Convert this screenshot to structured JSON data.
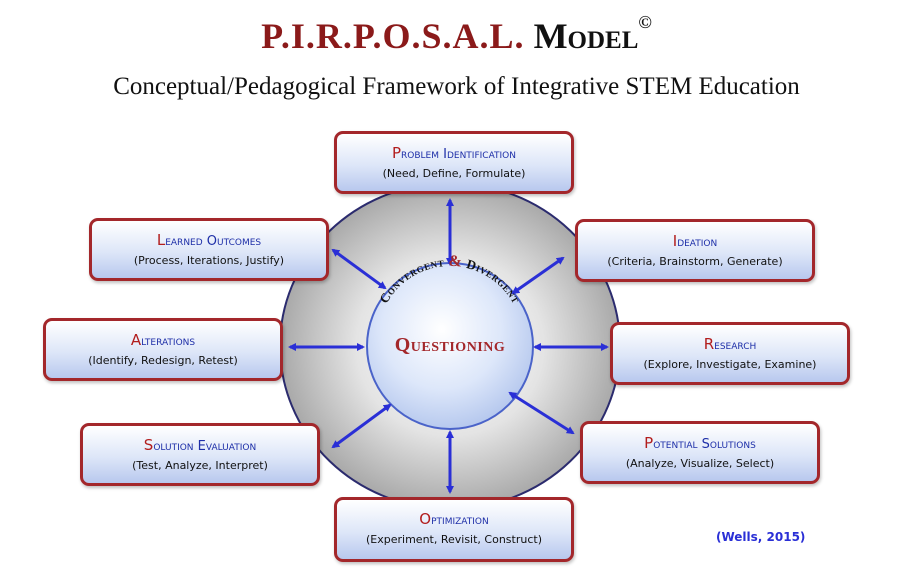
{
  "header": {
    "acronym": "P.I.R.P.O.S.A.L.",
    "model_word": "Model",
    "copyright": "©",
    "subtitle": "Conceptual/Pedagogical Framework of Integrative STEM Education"
  },
  "center": {
    "arc_text_left": "Convergent",
    "arc_ampersand": "&",
    "arc_text_right": "Divergent",
    "label": "Questioning"
  },
  "stages": [
    {
      "title": "Problem Identification",
      "sub": "(Need, Define, Formulate)"
    },
    {
      "title": "Ideation",
      "sub": "(Criteria, Brainstorm, Generate)"
    },
    {
      "title": "Research",
      "sub": "(Explore, Investigate, Examine)"
    },
    {
      "title": "Potential Solutions",
      "sub": "(Analyze, Visualize, Select)"
    },
    {
      "title": "Optimization",
      "sub": "(Experiment, Revisit, Construct)"
    },
    {
      "title": "Solution Evaluation",
      "sub": "(Test, Analyze, Interpret)"
    },
    {
      "title": "Alterations",
      "sub": "(Identify, Redesign, Retest)"
    },
    {
      "title": "Learned Outcomes",
      "sub": "(Process, Iterations, Justify)"
    }
  ],
  "citation": "(Wells, 2015)",
  "colors": {
    "title_red": "#8b1a1a",
    "box_border": "#a3272b",
    "box_title_blue": "#1e2fa8",
    "arrow_blue": "#2a2fd6",
    "citation_blue": "#2a2fd6"
  }
}
